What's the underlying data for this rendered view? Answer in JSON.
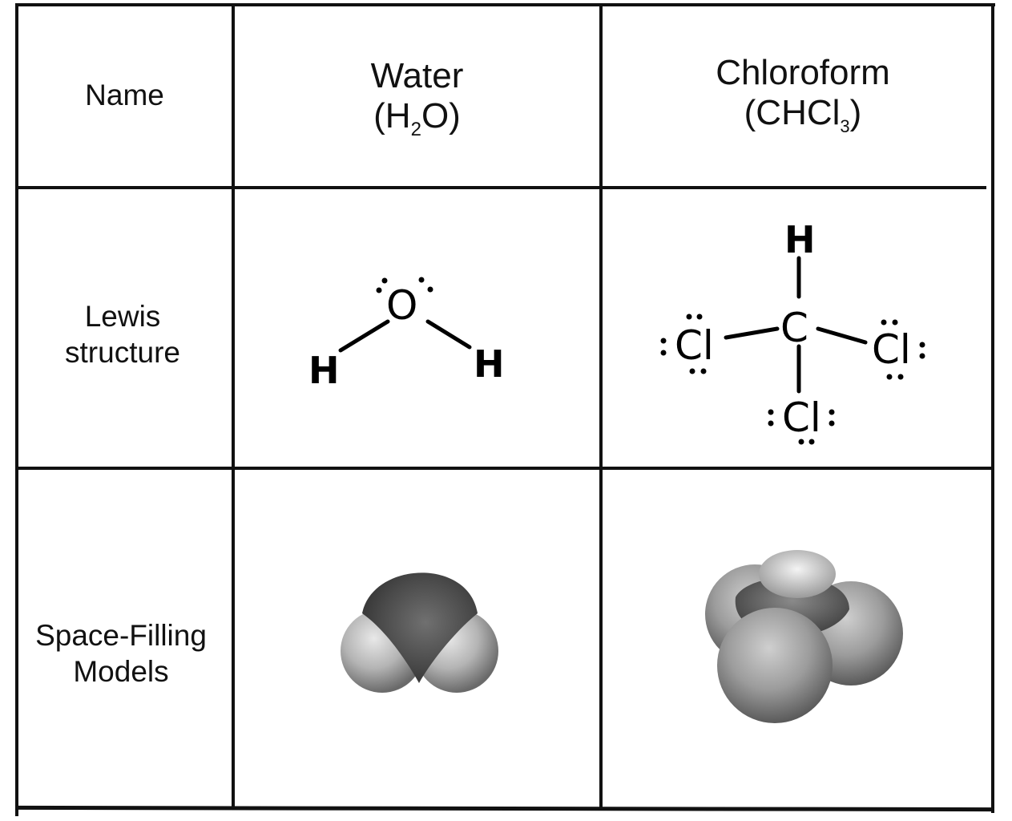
{
  "headers": {
    "row_name": "Name",
    "water": {
      "name": "Water",
      "formula_open": "(H",
      "formula_sub": "2",
      "formula_close": "O)"
    },
    "chloroform": {
      "name": "Chloroform",
      "formula_open": "(CHCl",
      "formula_sub": "3",
      "formula_close": ")"
    }
  },
  "rows": {
    "lewis": {
      "line1": "Lewis",
      "line2": "structure"
    },
    "space_filling": {
      "line1": "Space-Filling",
      "line2": "Models"
    }
  },
  "lewis_water": {
    "central": "O",
    "h_left": "H",
    "h_right": "H"
  },
  "lewis_chloroform": {
    "central": "C",
    "top": "H",
    "left": "Cl",
    "right": "Cl",
    "bottom": "Cl"
  }
}
